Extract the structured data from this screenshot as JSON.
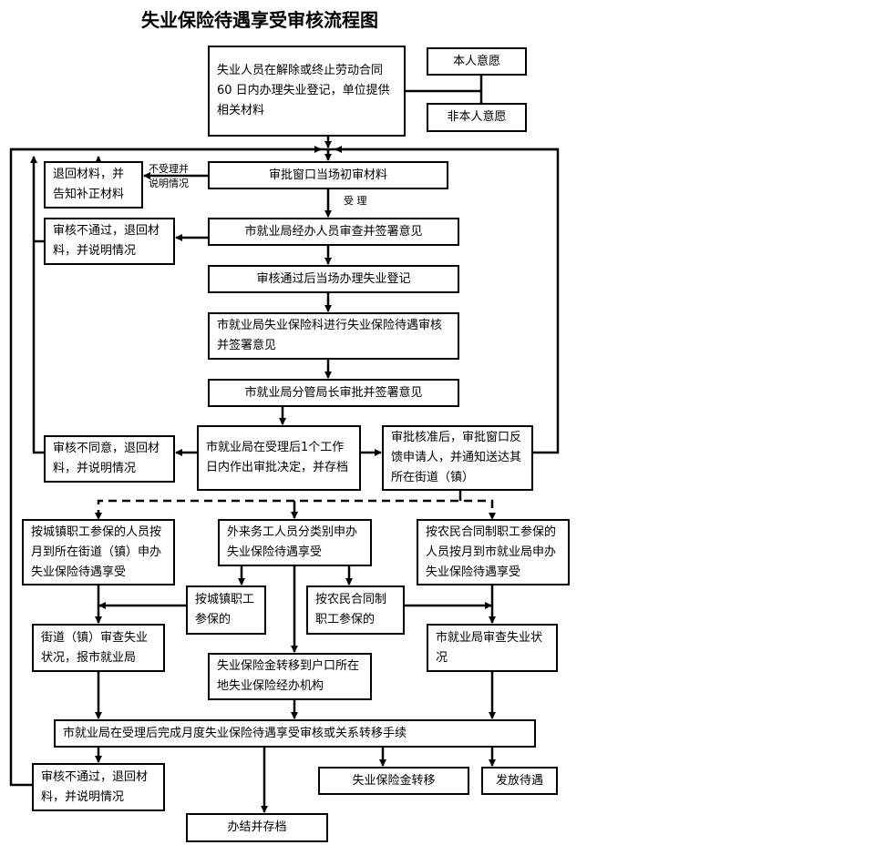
{
  "title": "失业保险待遇享受审核流程图",
  "boxes": {
    "register": "失业人员在解除或终止劳动合同 60 日内办理失业登记，单位提供相关材料",
    "self_will": "本人意愿",
    "non_self_will": "非本人意愿",
    "initial_review": "审批窗口当场初审材料",
    "return_supplement": "退回材料，并告知补正材料",
    "staff_review": "市就业局经办人员审查并签署意见",
    "return_fail_1": "审核不通过，退回材料，并说明情况",
    "register_on_site": "审核通过后当场办理失业登记",
    "section_review": "市就业局失业保险科进行失业保险待遇审核并签署意见",
    "director_approve": "市就业局分管局长审批并签署意见",
    "decision": "市就业局在受理后1个工作日内作出审批决定，并存档",
    "return_disagree": "审核不同意，退回材料，并说明情况",
    "notify": "审批核准后，审批窗口反馈申请人，并通知送达其所在街道（镇）",
    "urban_apply": "按城镇职工参保的人员按月到所在街道（镇）申办失业保险待遇享受",
    "migrant_apply": "外来务工人员分类别申办失业保险待遇享受",
    "rural_apply": "按农民合同制职工参保的人员按月到市就业局申办失业保险待遇享受",
    "migrant_urban": "按城镇职工参保的",
    "migrant_rural": "按农民合同制职工参保的",
    "street_review": "街道（镇）审查失业状况，报市就业局",
    "transfer_hukou": "失业保险金转移到户口所在地失业保险经办机构",
    "bureau_review": "市就业局审查失业状况",
    "monthly_complete": "市就业局在受理后完成月度失业保险待遇享受审核或关系转移手续",
    "return_fail_2": "审核不通过，退回材料，并说明情况",
    "fund_transfer": "失业保险金转移",
    "pay_benefit": "发放待遇",
    "archive": "办结并存档"
  },
  "labels": {
    "not_accepted": "不受理并说明情况",
    "accepted": "受 理"
  }
}
